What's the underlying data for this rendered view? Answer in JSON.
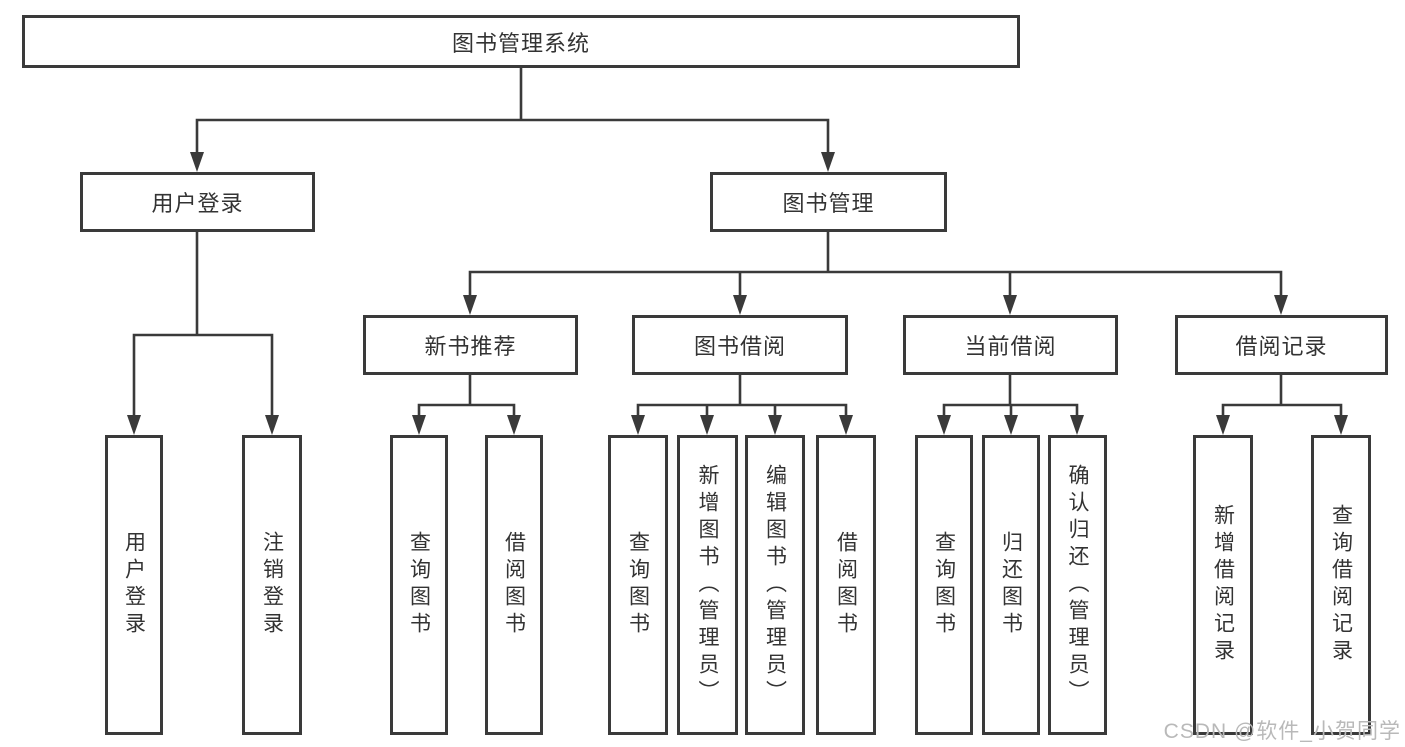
{
  "diagram": {
    "title": "图书管理系统",
    "level2": {
      "user_login": "用户登录",
      "book_management": "图书管理"
    },
    "level3": {
      "new_book_recommend": "新书推荐",
      "book_borrowing": "图书借阅",
      "current_borrowing": "当前借阅",
      "borrowing_records": "借阅记录"
    },
    "leaves": {
      "user_login": [
        "用户登录",
        "注销登录"
      ],
      "new_book_recommend": [
        "查询图书",
        "借阅图书"
      ],
      "book_borrowing": [
        "查询图书",
        "新增图书（管理员）",
        "编辑图书（管理员）",
        "借阅图书"
      ],
      "current_borrowing": [
        "查询图书",
        "归还图书",
        "确认归还（管理员）"
      ],
      "borrowing_records": [
        "新增借阅记录",
        "查询借阅记录"
      ]
    },
    "watermark": "CSDN @软件_小贺同学"
  },
  "colors": {
    "line": "#3a3a3a",
    "text": "#333333",
    "background": "#ffffff",
    "watermark": "#b9b9b9"
  }
}
